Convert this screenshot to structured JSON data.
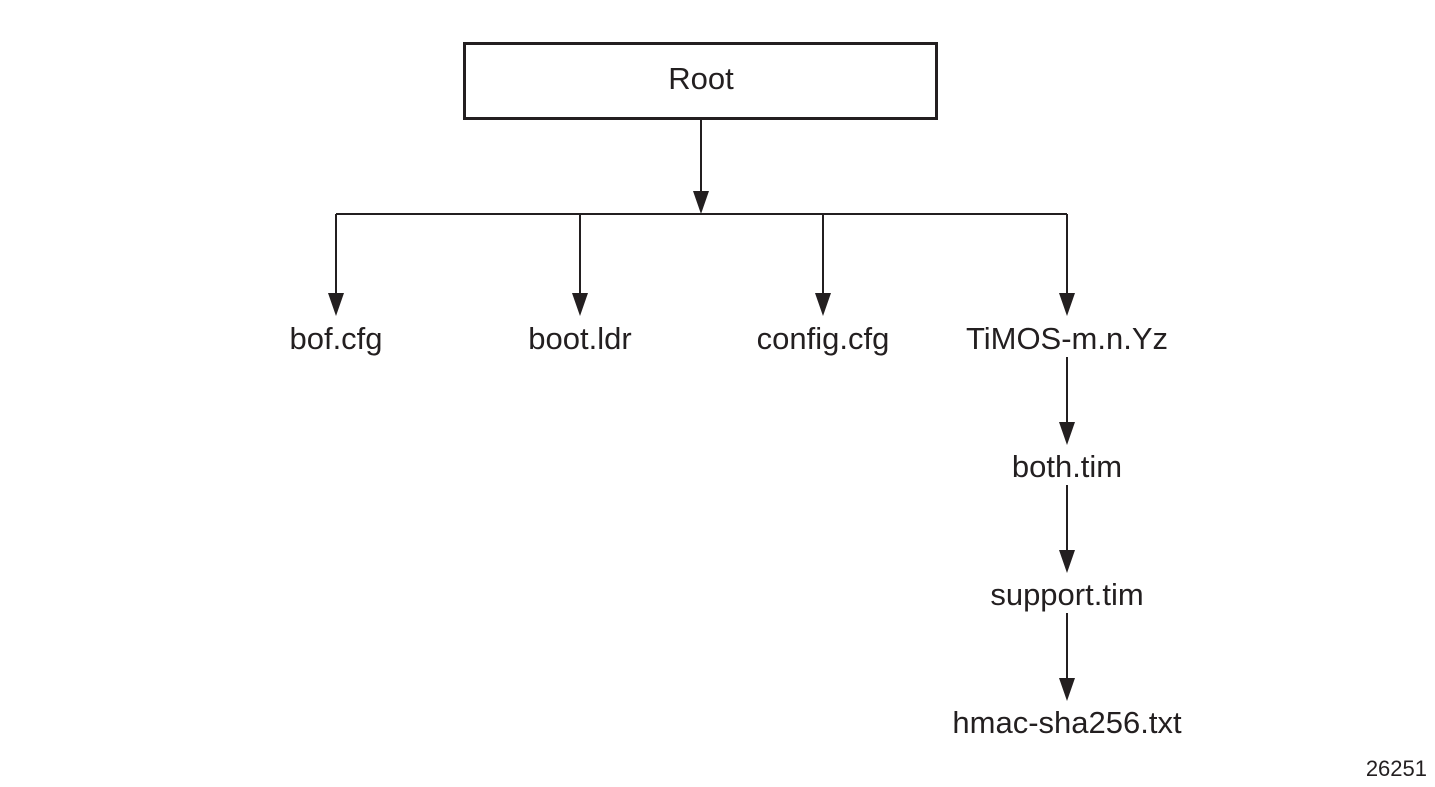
{
  "diagram": {
    "root": "Root",
    "children": [
      "bof.cfg",
      "boot.ldr",
      "config.cfg",
      "TiMOS-m.n.Yz"
    ],
    "timos_chain": [
      "both.tim",
      "support.tim",
      "hmac-sha256.txt"
    ],
    "figure_id": "26251"
  },
  "colors": {
    "stroke": "#231f20",
    "background": "#ffffff"
  }
}
